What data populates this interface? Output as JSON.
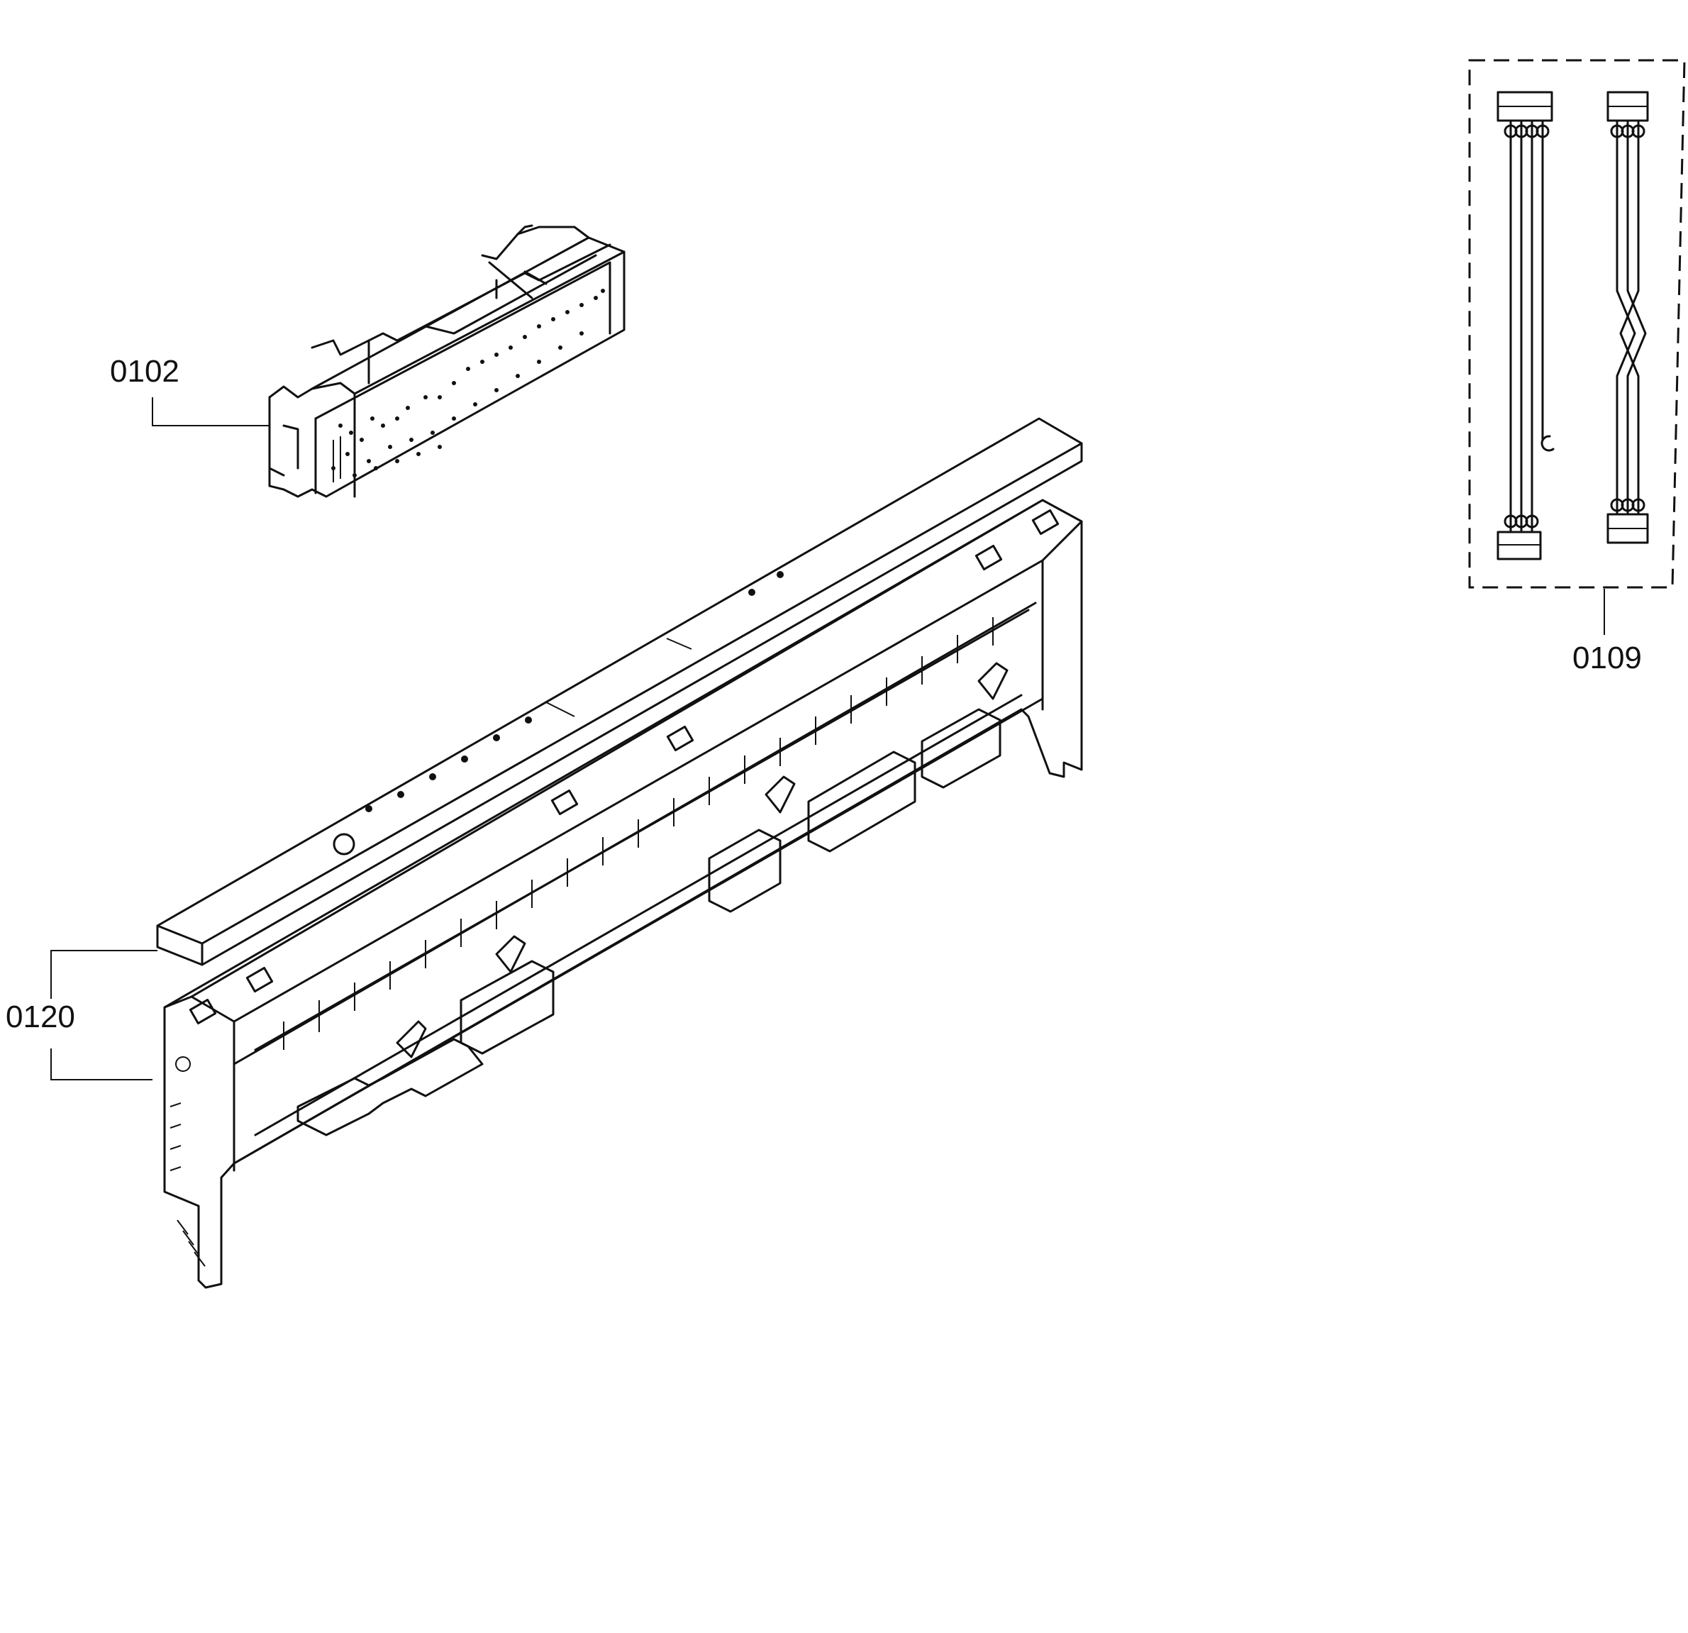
{
  "labels": {
    "part_0102": "0102",
    "part_0109": "0109",
    "part_0120": "0120"
  }
}
